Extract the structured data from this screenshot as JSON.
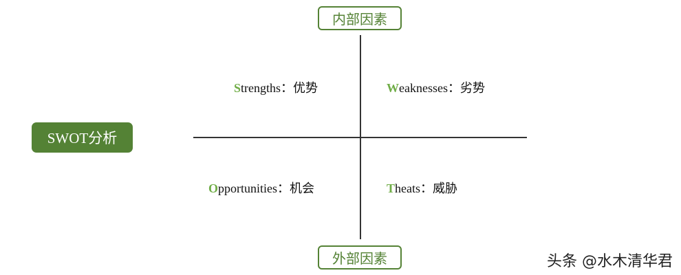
{
  "diagram": {
    "top_label": "内部因素",
    "bottom_label": "外部因素",
    "center_label": "SWOT分析",
    "quadrants": [
      {
        "initial": "S",
        "rest": "trengths：优势"
      },
      {
        "initial": "W",
        "rest": "eaknesses：劣势"
      },
      {
        "initial": "O",
        "rest": "pportunities：机会"
      },
      {
        "initial": "T",
        "rest": "heats：威胁"
      }
    ]
  },
  "watermark": "头条 @水木清华君",
  "colors": {
    "accent": "#548235",
    "initial": "#70ad47",
    "axis": "#333333"
  }
}
